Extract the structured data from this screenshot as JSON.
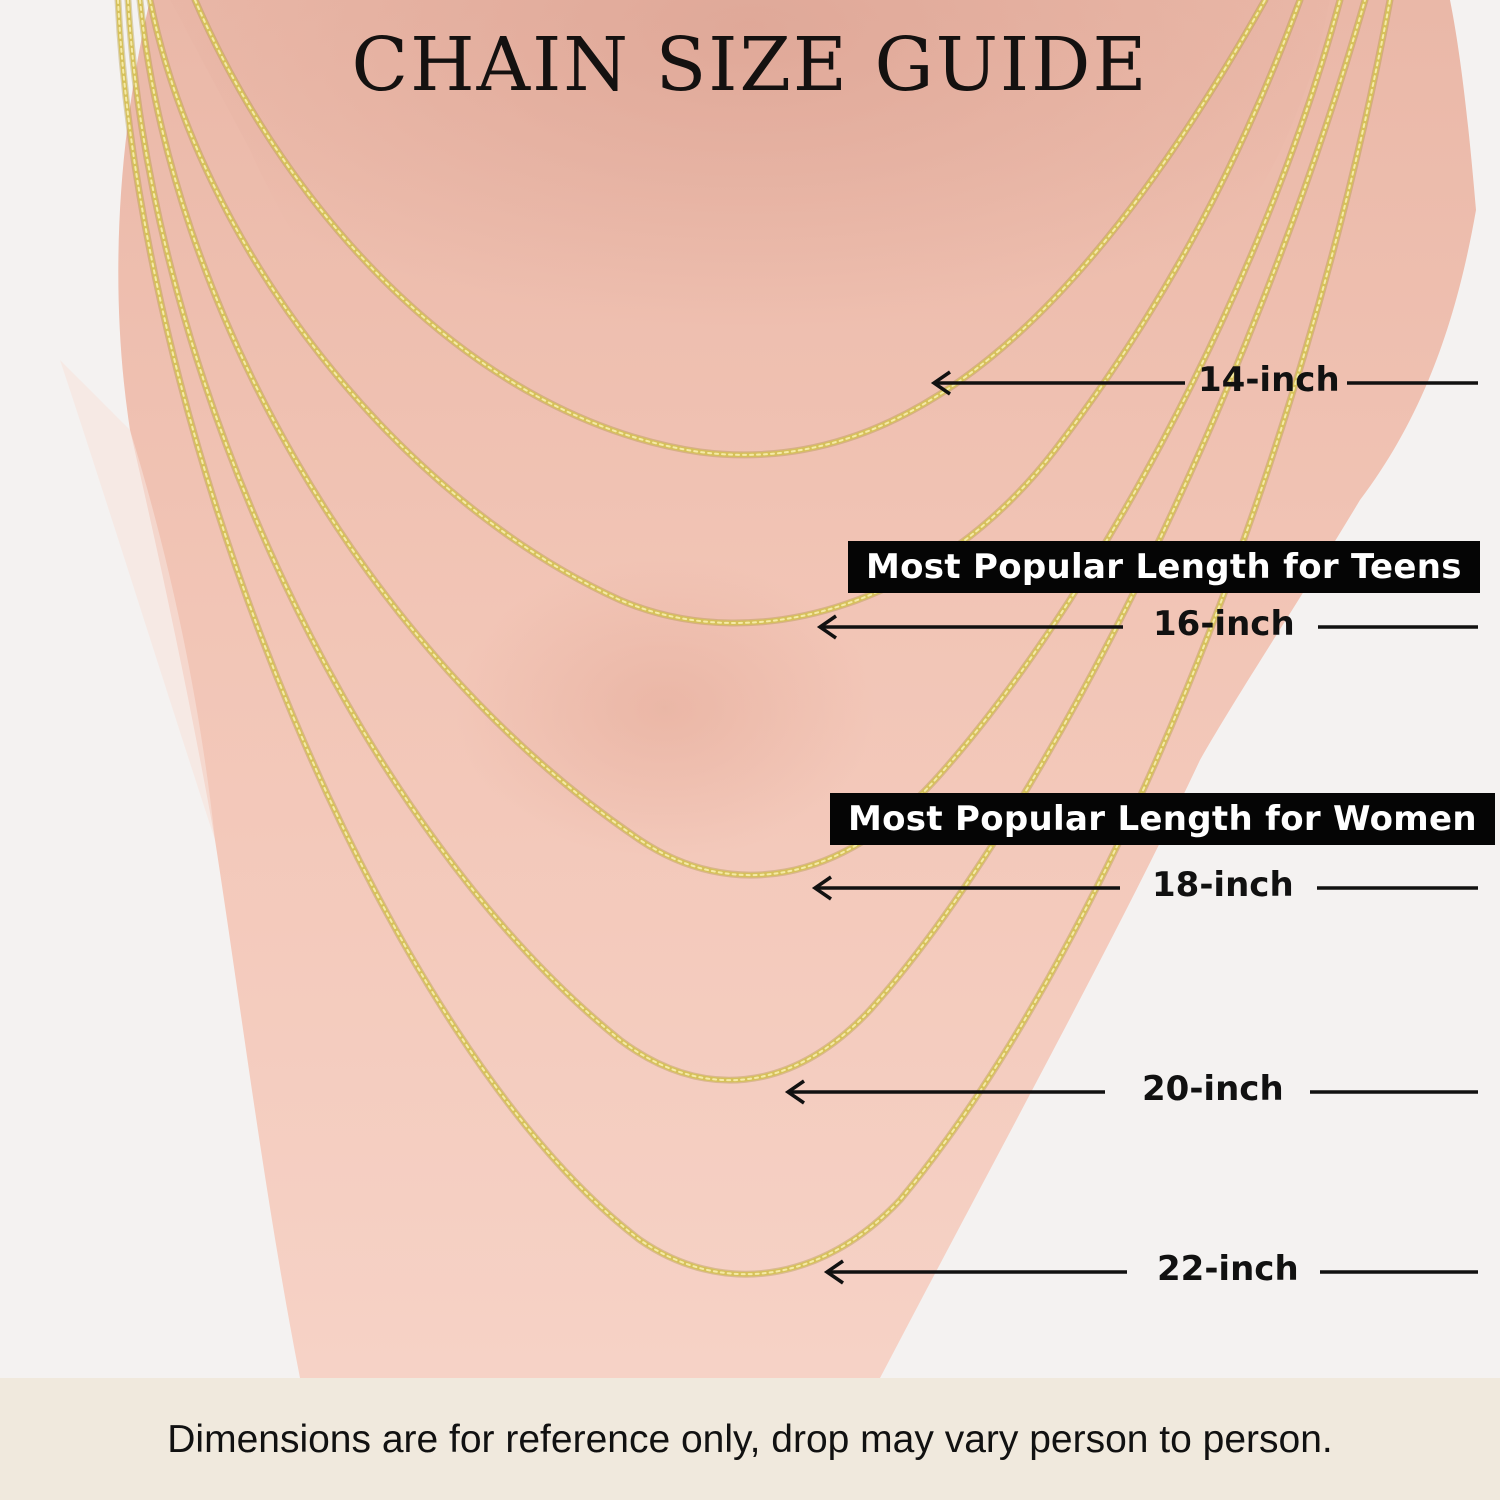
{
  "title": "CHAIN SIZE GUIDE",
  "lengths": [
    {
      "label": "14-inch"
    },
    {
      "label": "16-inch",
      "badge": "Most Popular Length for Teens"
    },
    {
      "label": "18-inch",
      "badge": "Most Popular Length for Women"
    },
    {
      "label": "20-inch"
    },
    {
      "label": "22-inch"
    }
  ],
  "footer": {
    "note": "Dimensions are for reference only, drop may vary person to person."
  },
  "colors": {
    "chain": "#d6c15a",
    "skin": "#f0c6b6",
    "background": "#f4f2f1",
    "footer": "#f0e9dd",
    "badge": "#050505"
  }
}
